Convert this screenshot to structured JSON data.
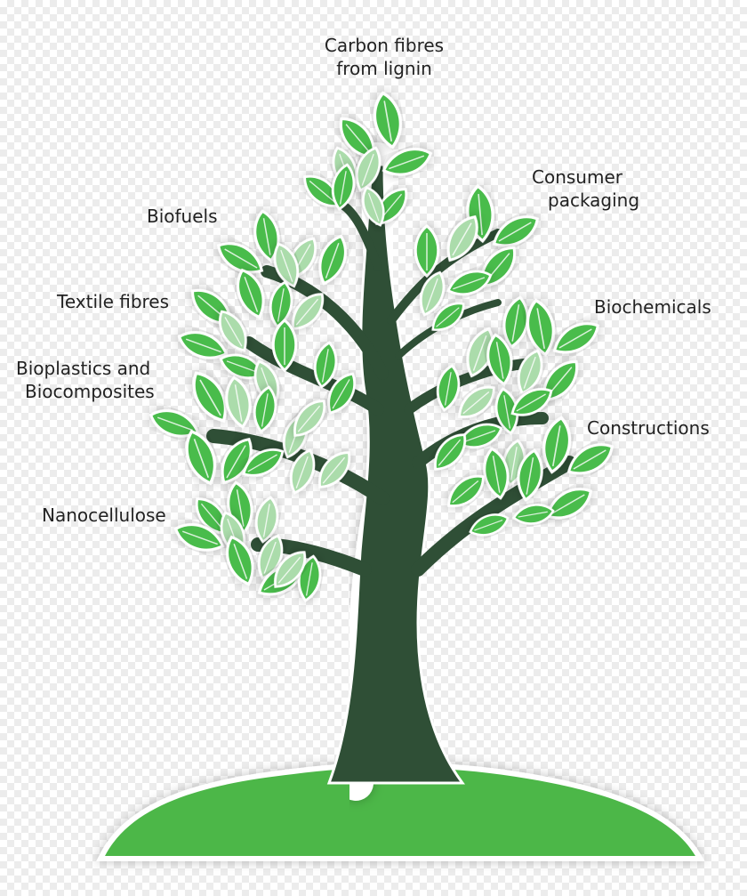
{
  "colors": {
    "trunk": "#2f4f36",
    "leaf": "#49bc4b",
    "leaf_light": "#8fd08f",
    "ground": "#4cb748",
    "outline": "#ffffff",
    "text": "#222222"
  },
  "labels": {
    "carbon_fibres_line1": "Carbon fibres",
    "carbon_fibres_line2": "from lignin",
    "consumer_packaging_line1": "Consumer",
    "consumer_packaging_line2": "packaging",
    "biofuels": "Biofuels",
    "textile_fibres": "Textile fibres",
    "biochemicals": "Biochemicals",
    "bioplastics_line1": "Bioplastics and",
    "bioplastics_line2": "Biocomposites",
    "constructions": "Constructions",
    "nanocellulose": "Nanocellulose"
  }
}
